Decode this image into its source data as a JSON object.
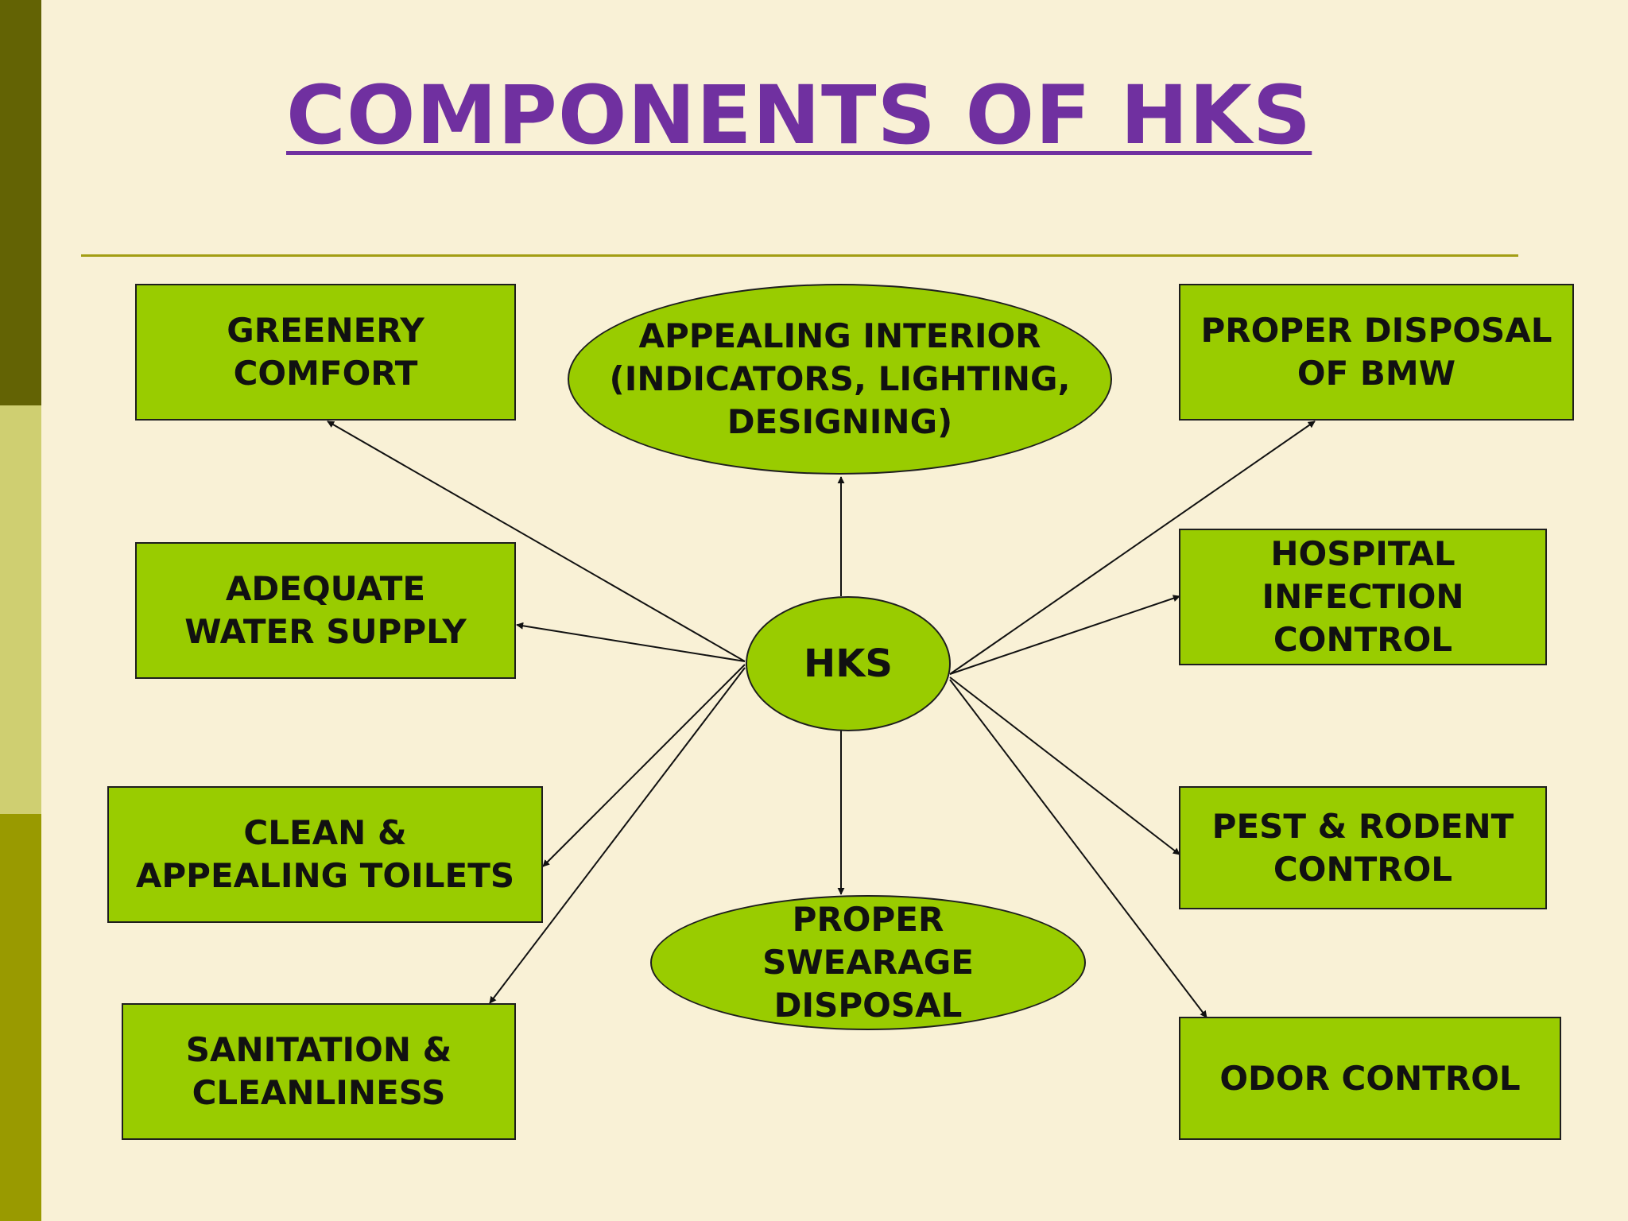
{
  "title": "COMPONENTS OF HKS",
  "colors": {
    "background": "#f9f1d6",
    "node_fill": "#99cc00",
    "title": "#7030a0",
    "bar_top": "#636304",
    "bar_mid": "#cfcf71",
    "bar_bottom": "#999a00"
  },
  "center": {
    "label": "HKS"
  },
  "components": [
    {
      "id": "greenery",
      "label": "GREENERY\nCOMFORT"
    },
    {
      "id": "interior",
      "label": "APPEALING INTERIOR\n(INDICATORS, LIGHTING,\nDESIGNING)"
    },
    {
      "id": "bmw",
      "label": "PROPER DISPOSAL\nOF BMW"
    },
    {
      "id": "water",
      "label": "ADEQUATE\nWATER SUPPLY"
    },
    {
      "id": "infection",
      "label": "HOSPITAL\nINFECTION\nCONTROL"
    },
    {
      "id": "toilets",
      "label": "CLEAN &\nAPPEALING TOILETS"
    },
    {
      "id": "pest",
      "label": "PEST & RODENT\nCONTROL"
    },
    {
      "id": "sewerage",
      "label": "PROPER\nSWEARAGE\nDISPOSAL"
    },
    {
      "id": "sanitation",
      "label": "SANITATION &\nCLEANLINESS"
    },
    {
      "id": "odor",
      "label": "ODOR CONTROL"
    }
  ]
}
